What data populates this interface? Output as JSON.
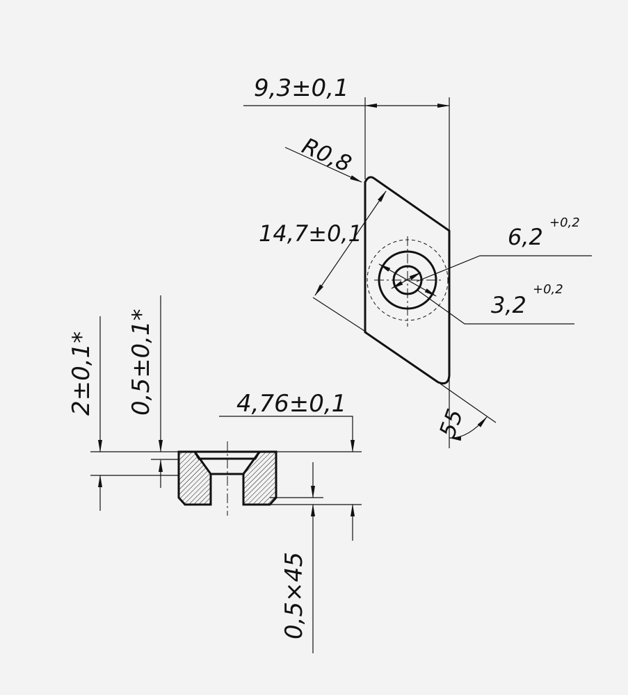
{
  "drawing": {
    "top_view": {
      "width_dim": "9,3±0,1",
      "radius_dim": "R0,8",
      "diagonal_dim": "14,7±0,1",
      "outer_hole_dim": "6,2",
      "outer_hole_tol": "+0,2",
      "inner_hole_dim": "3,2",
      "inner_hole_tol": "+0,2",
      "angle_dim": "55"
    },
    "section_view": {
      "thickness_dim": "4,76±0,1",
      "step_dim": "2±0,1*",
      "counterbore_dim": "0,5±0,1*",
      "chamfer_dim": "0,5×45"
    }
  }
}
